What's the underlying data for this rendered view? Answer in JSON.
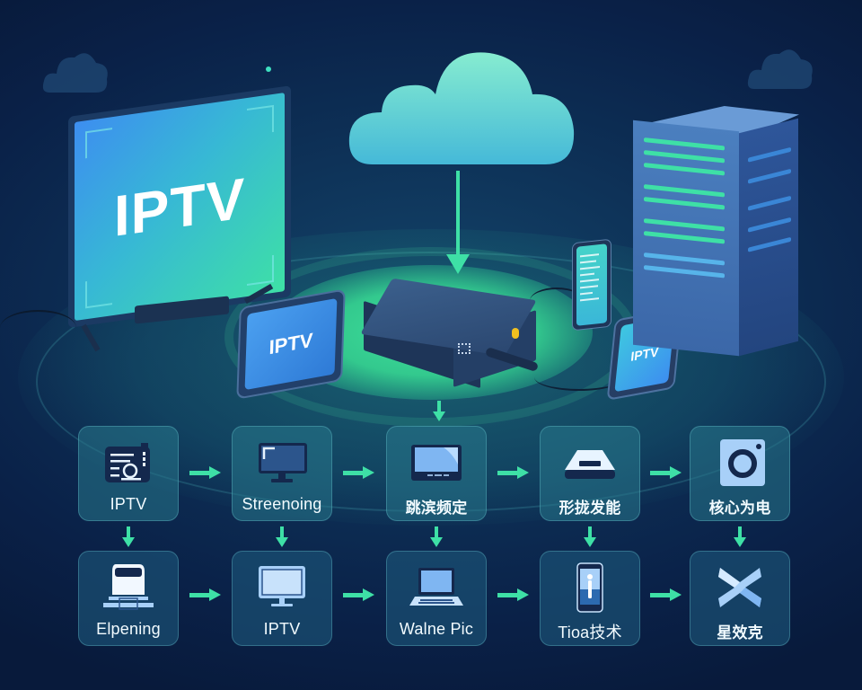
{
  "illustration": {
    "tv_label": "IPTV",
    "tablet_label": "IPTV",
    "phone_label": "IPTV"
  },
  "colors": {
    "background": "#0d2f55",
    "accent_green": "#3ee0a6",
    "accent_blue": "#3d8ef0",
    "box_fill": "#28788c",
    "box_border": "#6ec8d2"
  },
  "flow": {
    "row1": [
      {
        "label": "IPTV",
        "icon": "radio-device-icon"
      },
      {
        "label": "Streenoing",
        "icon": "monitor-icon"
      },
      {
        "label": "跳滨频定",
        "icon": "tv-screen-icon"
      },
      {
        "label": "形拢发能",
        "icon": "set-top-box-icon"
      },
      {
        "label": "核心为电",
        "icon": "camera-icon"
      }
    ],
    "row2": [
      {
        "label": "Elpening",
        "icon": "laptop-icon"
      },
      {
        "label": "IPTV",
        "icon": "monitor-icon"
      },
      {
        "label": "Walne Pic",
        "icon": "laptop-icon"
      },
      {
        "label": "Tioa技术",
        "icon": "smartphone-icon"
      },
      {
        "label": "星效克",
        "icon": "cross-logo-icon"
      }
    ]
  }
}
